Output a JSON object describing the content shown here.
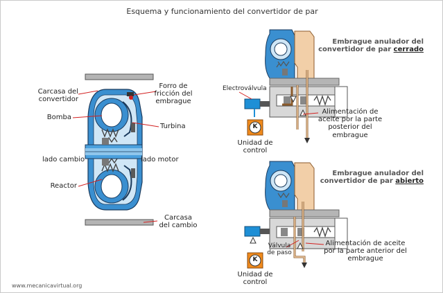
{
  "title": "Esquema y funcionamiento del convertidor de par",
  "left_diagram": {
    "labels": {
      "carcasa_convertidor": [
        "Carcasa del",
        "convertidor"
      ],
      "bomba": "Bomba",
      "lado_cambio": "lado cambio",
      "reactor": "Reactor",
      "forro": [
        "Forro de",
        "fricción del",
        "embrague"
      ],
      "turbina": "Turbina",
      "lado_motor": "lado motor",
      "carcasa_cambio": [
        "Carcasa",
        "del cambio"
      ]
    }
  },
  "top_diagram": {
    "caption_prefix": [
      "Embrague anulador del",
      "convertidor de par"
    ],
    "caption_state": "cerrado",
    "electrovalvula": "Electroválvula",
    "alimentacion": [
      "Alimentación de",
      "aceite por la parte",
      "posterior del",
      "embrague"
    ],
    "unidad_control": [
      "Unidad de",
      "control"
    ]
  },
  "bottom_diagram": {
    "caption_prefix": [
      "Embrague anulador del",
      "convertidor de par"
    ],
    "caption_state": "abierto",
    "valvula_paso": [
      "Válvula",
      "de paso"
    ],
    "alimentacion": [
      "Alimentación de aceite",
      "por la parte anterior del",
      "embrague"
    ],
    "unidad_control": [
      "Unidad de",
      "control"
    ]
  },
  "control_symbol": "K",
  "footer": "www.mecanicavirtual.org",
  "colors": {
    "housing_blue": "#3a8fd0",
    "inner_blue": "#9fcbe8",
    "oil_tan": "#f2cfa8",
    "oil_brown": "#8b5a2b",
    "control_orange": "#f08a1c",
    "leader_red": "#d21f1f"
  }
}
